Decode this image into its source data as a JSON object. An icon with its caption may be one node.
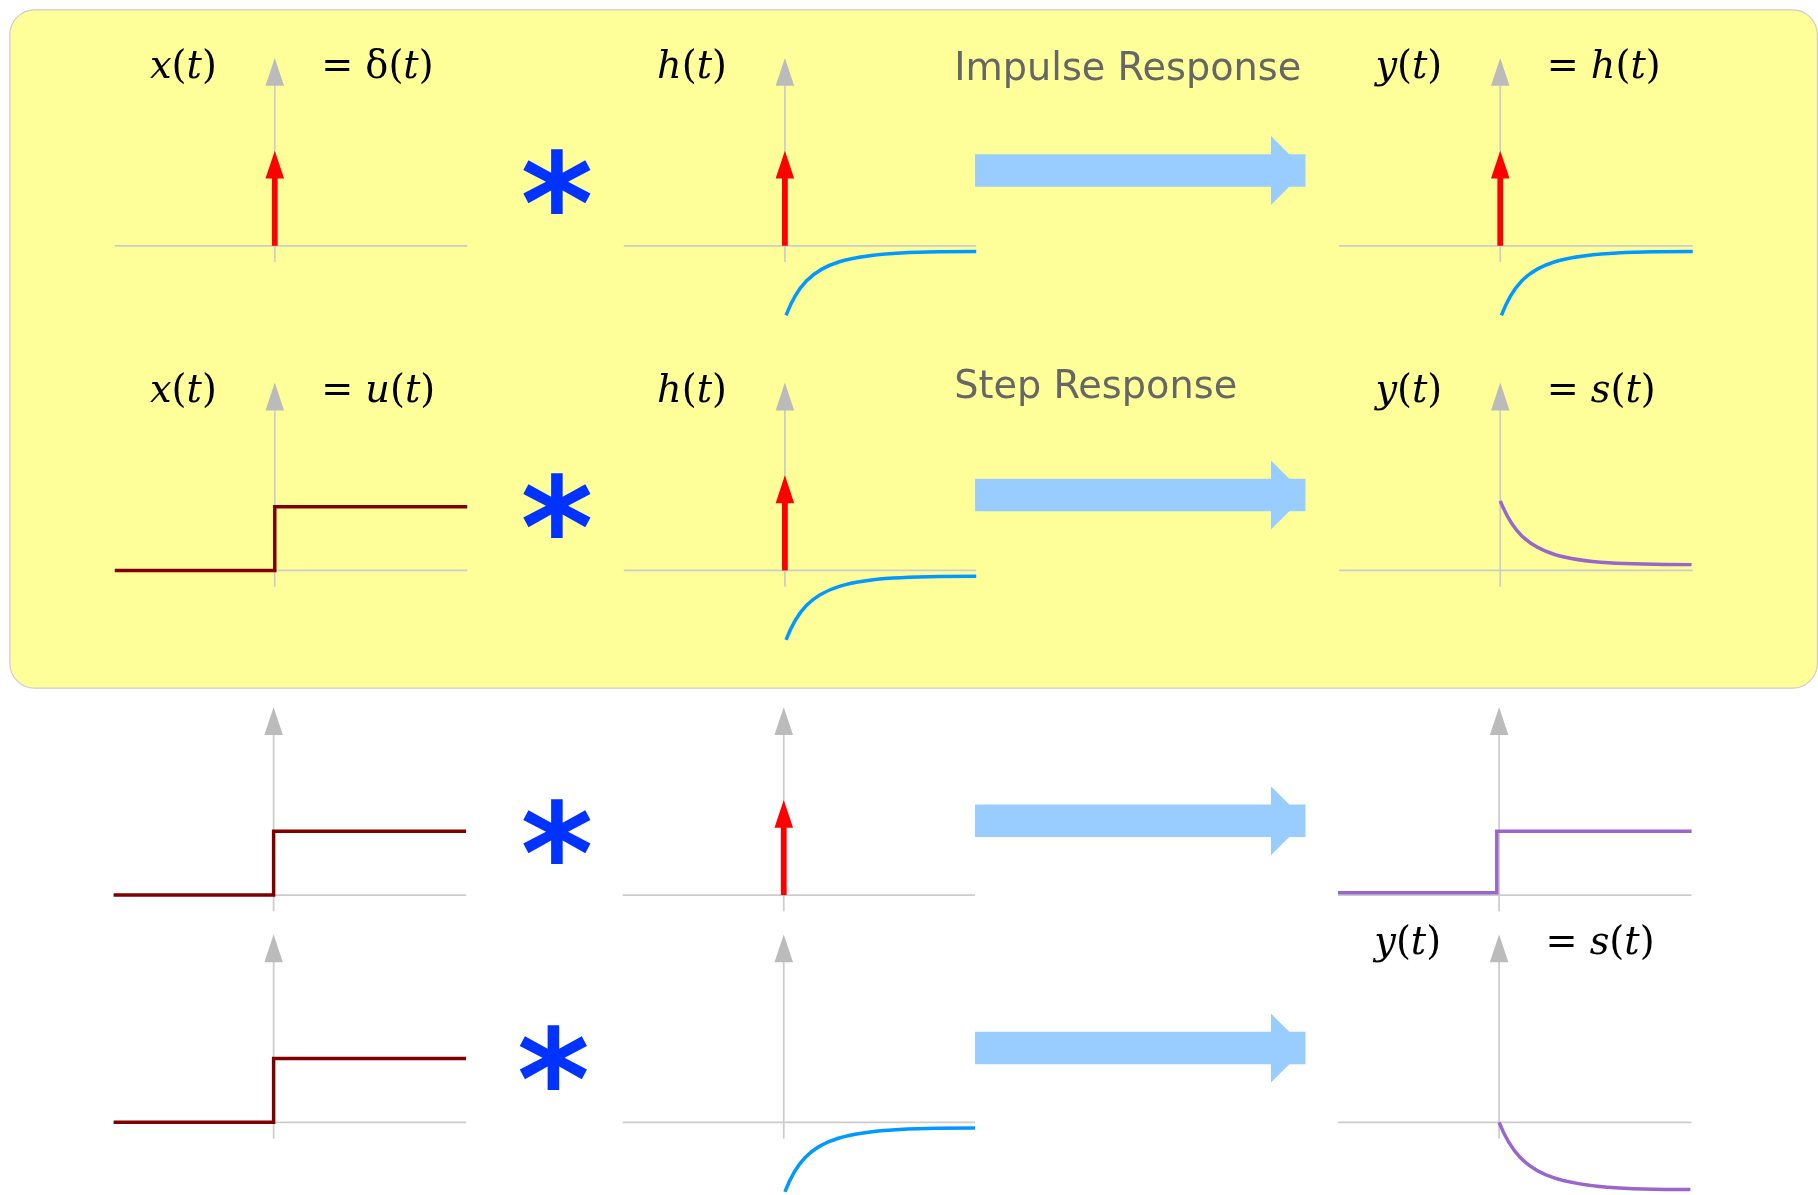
{
  "diagram": {
    "nodes": [
      {
        "text": [],
        "shape": "box"
      },
      {
        "text": [
          "*x*(*t*)",
          "= δ(*t*)"
        ],
        "in": 0
      },
      {
        "text": [
          "*h*(*t*)"
        ],
        "in": 0
      },
      {
        "text": [
          "*y*(*t*)",
          "= *h*(*t*)"
        ],
        "in": 0
      },
      {
        "text": [
          "*x*(*t*)",
          "= *u*(*t*)"
        ],
        "in": 0
      },
      {
        "text": [
          "*h*(*t*)"
        ],
        "in": 0
      },
      {
        "text": [
          "*y*(*t*)",
          "= *s*(*t*)"
        ],
        "in": 0
      },
      {
        "text": [],
        "shape": "picture"
      },
      {
        "text": [],
        "shape": "picture"
      },
      {
        "text": [],
        "shape": "picture"
      },
      {
        "text": [],
        "shape": "picture"
      },
      {
        "text": [],
        "shape": "picture"
      },
      {
        "text": [
          "*y*(*t*)",
          "= *s*(*t*)"
        ]
      }
    ],
    "edges": [
      {
        "from": 2,
        "to": 3,
        "arrow": "to"
      },
      {
        "from": 5,
        "to": 6,
        "arrow": "to"
      },
      {
        "from": 8,
        "to": 9,
        "arrow": "to"
      },
      {
        "from": 11,
        "to": 12,
        "arrow": "to"
      }
    ],
    "labels": [
      "Impulse Response",
      "*",
      "Step Response",
      "*",
      "*",
      "*"
    ]
  }
}
